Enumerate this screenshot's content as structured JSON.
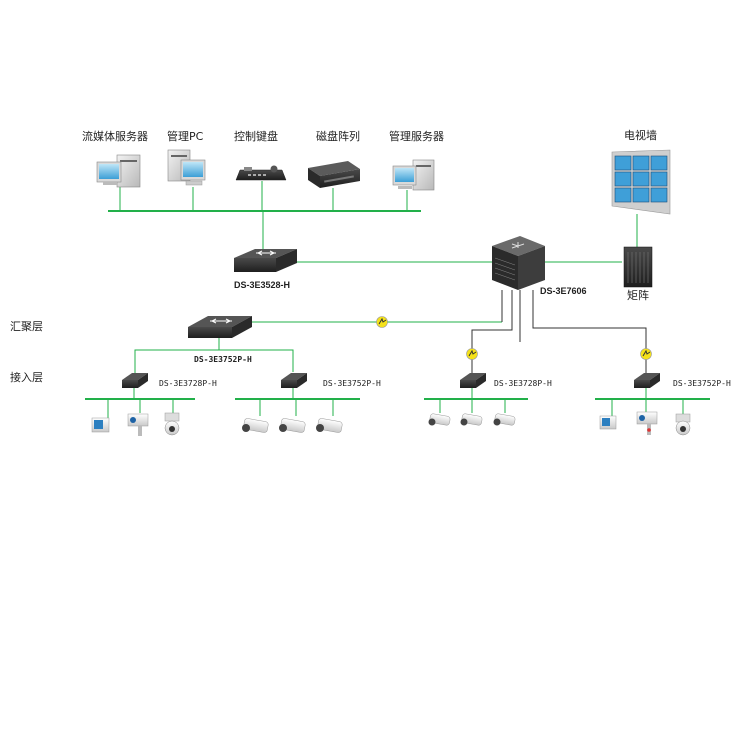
{
  "colors": {
    "lan": "#22b04a",
    "link": "#333333",
    "fiber_badge": "#f5e21a"
  },
  "top_devices": {
    "streaming_server": "流媒体服务器",
    "admin_pc": "管理PC",
    "control_keyboard": "控制键盘",
    "disk_array": "磁盘阵列",
    "mgmt_server": "管理服务器",
    "video_wall": "电视墙",
    "matrix": "矩阵"
  },
  "layers": {
    "aggregation": "汇聚层",
    "access": "接入层"
  },
  "switches": {
    "core_top": "DS-3E3528-H",
    "core_chassis": "DS-3E7606",
    "aggregation": "DS-3E3752P-H",
    "access_1": "DS-3E3728P-H",
    "access_2": "DS-3E3752P-H",
    "access_3": "DS-3E3728P-H",
    "access_4": "DS-3E3752P-H"
  },
  "icons": {
    "pc": "desktop-computer-icon",
    "keyboard": "control-keyboard-icon",
    "disk": "disk-array-icon",
    "switch": "network-switch-icon",
    "chassis": "chassis-switch-icon",
    "wall": "video-wall-icon",
    "matrix": "matrix-icon",
    "fiber": "fiber-link-icon",
    "camera": "camera-icon"
  }
}
